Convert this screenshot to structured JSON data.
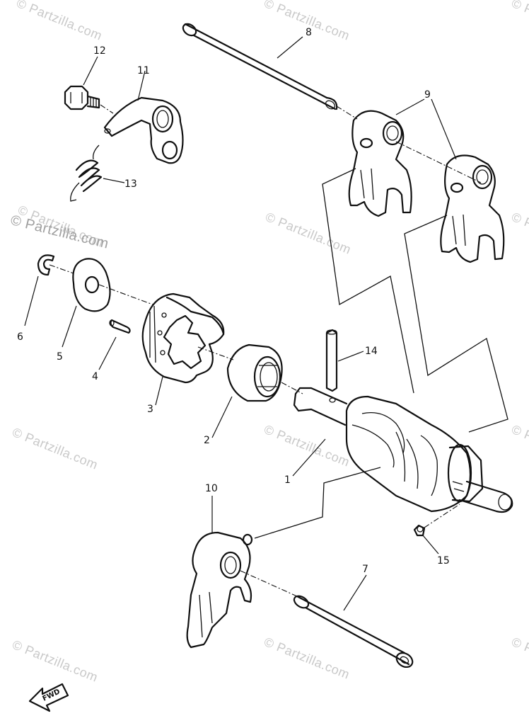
{
  "watermarks": [
    "© Partzilla.com",
    "© Partzilla.com",
    "© Partzilla.com",
    "© Partzilla.com",
    "© Partzilla.com",
    "© Partzilla.com",
    "© Partzilla.com",
    "© Partzilla.com",
    "© Partzilla.com",
    "© Partzilla.com",
    "© Partzilla.com",
    "© Partzilla.com",
    "© Partzilla.com"
  ],
  "callouts": {
    "c1": "1",
    "c2": "2",
    "c3": "3",
    "c4": "4",
    "c5": "5",
    "c6": "6",
    "c7": "7",
    "c8": "8",
    "c9": "9",
    "c10": "10",
    "c11": "11",
    "c12": "12",
    "c13": "13",
    "c14": "14",
    "c15": "15"
  },
  "fwd_label": "FWD"
}
